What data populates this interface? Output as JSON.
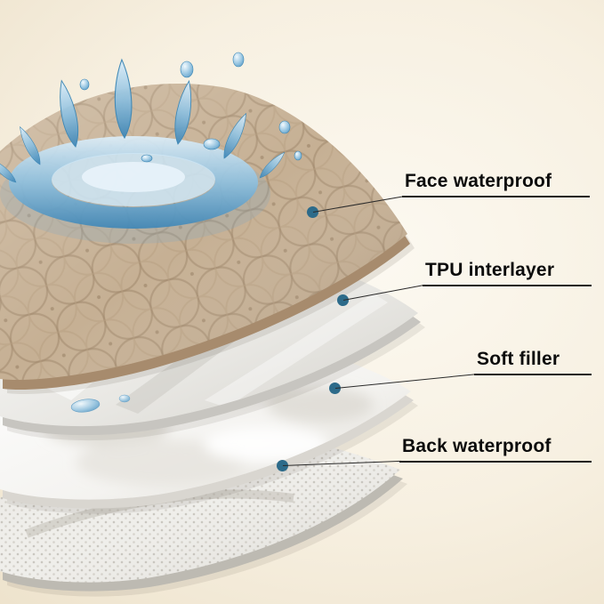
{
  "infographic": {
    "labels": [
      {
        "text": "Face waterproof"
      },
      {
        "text": "TPU interlayer"
      },
      {
        "text": "Soft filler"
      },
      {
        "text": "Back waterproof"
      }
    ],
    "colors": {
      "background": "#f3ecdc",
      "marker_dot": "#2d6b8a",
      "label_text": "#0c0c0c",
      "underline": "#1c1c1c",
      "fabric_tan": "#c6b094",
      "water_blue": "#4f93c2"
    }
  }
}
